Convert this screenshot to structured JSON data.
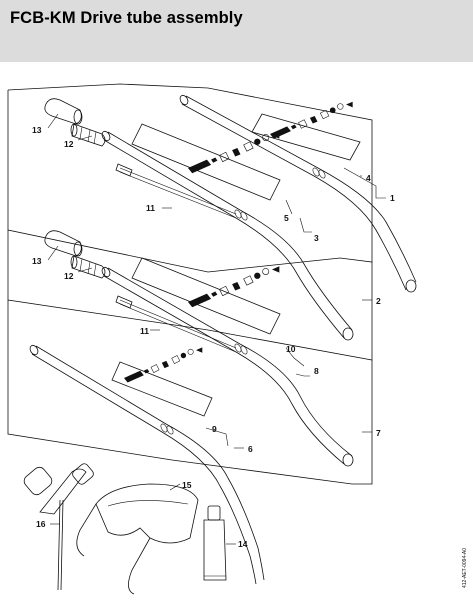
{
  "header": {
    "title": "FCB-KM Drive tube assembly"
  },
  "callouts": {
    "c1": "1",
    "c2": "2",
    "c3": "3",
    "c4": "4",
    "c5": "5",
    "c6": "6",
    "c7": "7",
    "c8": "8",
    "c9": "9",
    "c10": "10",
    "c11a": "11",
    "c11b": "11",
    "c12a": "12",
    "c12b": "12",
    "c13a": "13",
    "c13b": "13",
    "c14": "14",
    "c15": "15",
    "c16": "16"
  },
  "drawing_code": "412-AET-0094-A0",
  "colors": {
    "header_bg": "#dcdcdc",
    "line": "#111111"
  }
}
